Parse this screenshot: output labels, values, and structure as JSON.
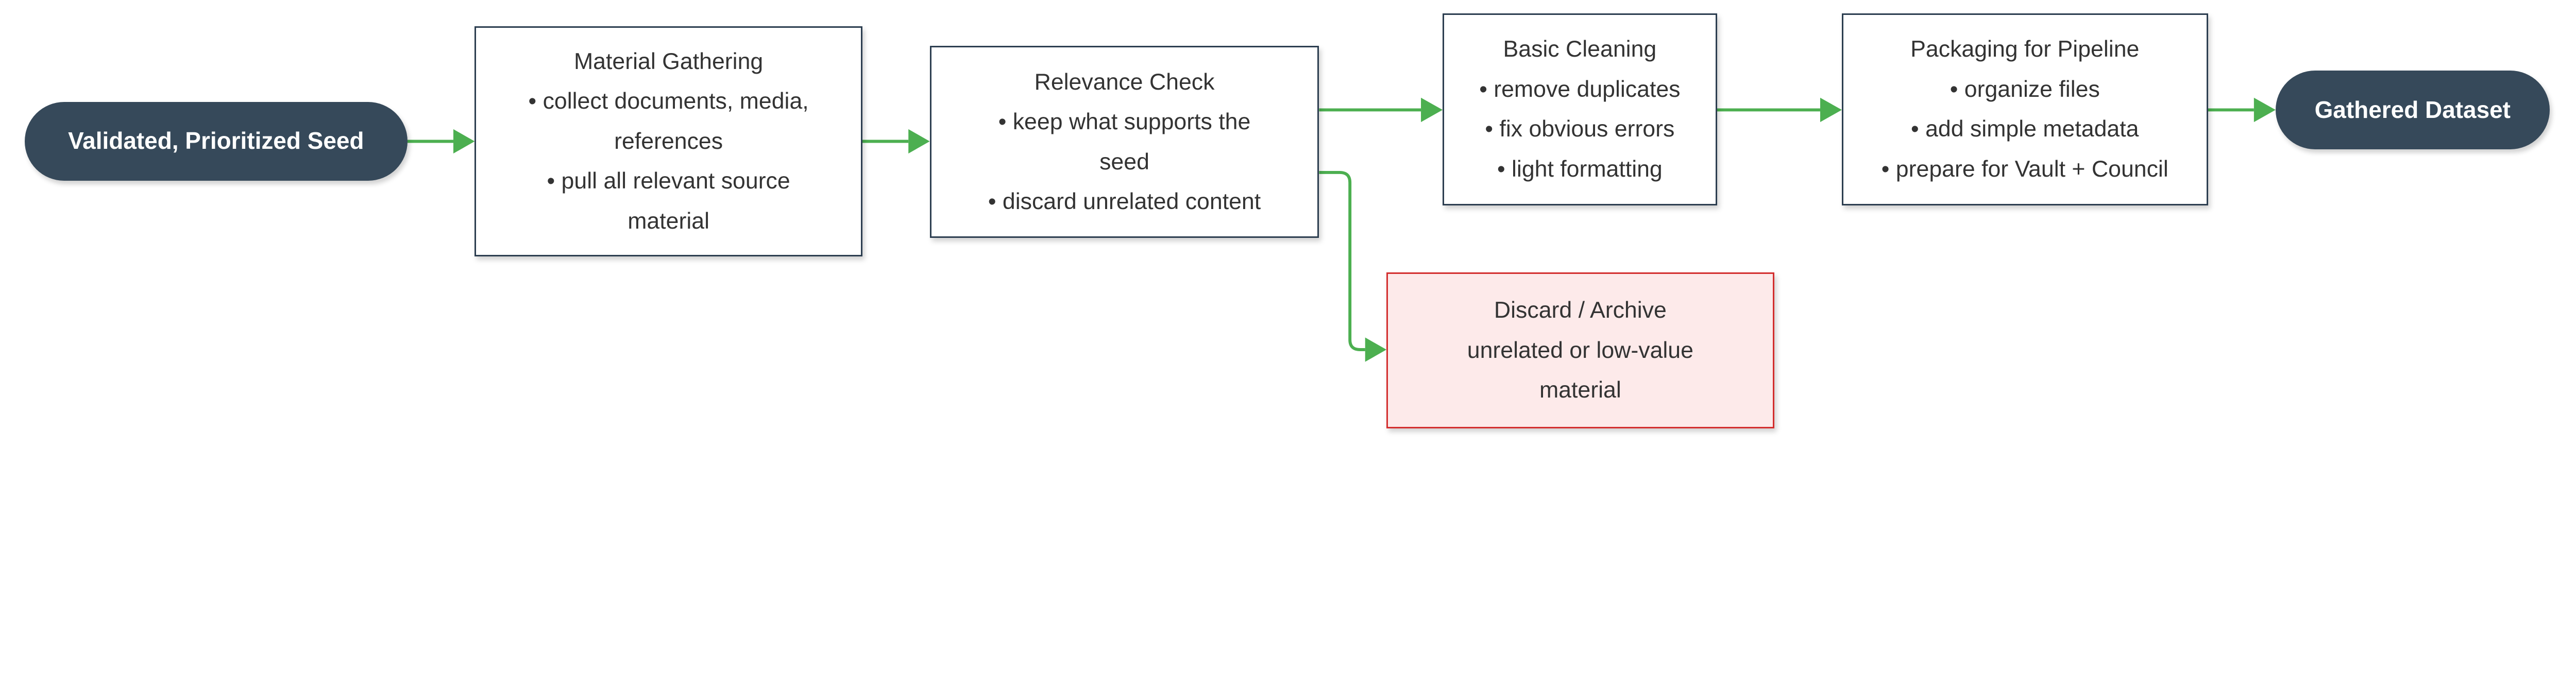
{
  "colors": {
    "arrow": "#4caf50",
    "terminal": "#36495a",
    "box_border": "#2c3e50",
    "discard_border": "#d32f2f",
    "discard_fill": "#fdeaea"
  },
  "nodes": {
    "start": {
      "label": "Validated, Prioritized Seed"
    },
    "gathering": {
      "title": "Material Gathering",
      "lines": [
        "• collect documents, media,",
        "references",
        "• pull all relevant source",
        "material"
      ]
    },
    "relevance": {
      "title": "Relevance Check",
      "lines": [
        "• keep what supports the",
        "seed",
        "• discard unrelated content"
      ]
    },
    "cleaning": {
      "title": "Basic Cleaning",
      "lines": [
        "• remove duplicates",
        "• fix obvious errors",
        "• light formatting"
      ]
    },
    "packaging": {
      "title": "Packaging for Pipeline",
      "lines": [
        "• organize files",
        "• add simple metadata",
        "• prepare for Vault + Council"
      ]
    },
    "discard": {
      "title": "Discard / Archive",
      "lines": [
        "unrelated or low-value",
        "material"
      ]
    },
    "end": {
      "label": "Gathered Dataset"
    }
  },
  "edges": [
    {
      "from": "start",
      "to": "gathering"
    },
    {
      "from": "gathering",
      "to": "relevance"
    },
    {
      "from": "relevance",
      "to": "cleaning"
    },
    {
      "from": "relevance",
      "to": "discard"
    },
    {
      "from": "cleaning",
      "to": "packaging"
    },
    {
      "from": "packaging",
      "to": "end"
    }
  ]
}
